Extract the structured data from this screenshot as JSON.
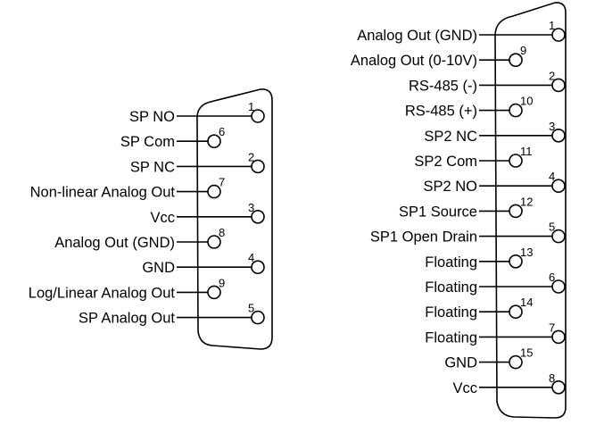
{
  "connectors": [
    {
      "name": "db9",
      "pins": [
        {
          "number": "1",
          "label": "SP NO"
        },
        {
          "number": "6",
          "label": "SP Com"
        },
        {
          "number": "2",
          "label": "SP NC"
        },
        {
          "number": "7",
          "label": "Non-linear Analog Out"
        },
        {
          "number": "3",
          "label": "Vcc"
        },
        {
          "number": "8",
          "label": "Analog Out (GND)"
        },
        {
          "number": "4",
          "label": "GND"
        },
        {
          "number": "9",
          "label": "Log/Linear Analog Out"
        },
        {
          "number": "5",
          "label": "SP Analog Out"
        }
      ]
    },
    {
      "name": "db15",
      "pins": [
        {
          "number": "1",
          "label": "Analog Out (GND)"
        },
        {
          "number": "9",
          "label": "Analog Out (0-10V)"
        },
        {
          "number": "2",
          "label": "RS-485 (-)"
        },
        {
          "number": "10",
          "label": "RS-485 (+)"
        },
        {
          "number": "3",
          "label": "SP2 NC"
        },
        {
          "number": "11",
          "label": "SP2 Com"
        },
        {
          "number": "4",
          "label": "SP2 NO"
        },
        {
          "number": "12",
          "label": "SP1 Source"
        },
        {
          "number": "5",
          "label": "SP1 Open Drain"
        },
        {
          "number": "13",
          "label": "Floating"
        },
        {
          "number": "6",
          "label": "Floating"
        },
        {
          "number": "14",
          "label": "Floating"
        },
        {
          "number": "7",
          "label": "Floating"
        },
        {
          "number": "15",
          "label": "GND"
        },
        {
          "number": "8",
          "label": "Vcc"
        }
      ]
    }
  ]
}
